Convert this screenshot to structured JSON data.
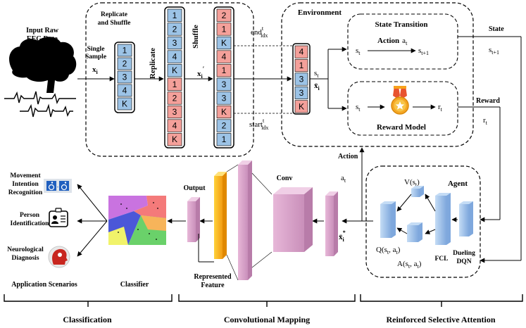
{
  "input": {
    "title_line1": "Input Raw",
    "title_line2": "EEG Data",
    "single_sample_line1": "Single",
    "single_sample_line2": "Sample",
    "xi": "x",
    "xi_sub": "i"
  },
  "replicate_shuffle": {
    "title_line1": "Replicate",
    "title_line2": "and Shuffle",
    "replicate_label": "Replicate",
    "shuffle_label": "Shuffle",
    "xprime": "x",
    "xprime_sub": "i",
    "xprime_sup": "′",
    "single_column": [
      "1",
      "2",
      "3",
      "4",
      "K"
    ],
    "replicated_column": [
      "1",
      "2",
      "3",
      "4",
      "K",
      "1",
      "2",
      "3",
      "4",
      "K"
    ],
    "shuffled_column": [
      "2",
      "1",
      "K",
      "4",
      "1",
      "3",
      "3",
      "K",
      "2",
      "1"
    ],
    "selected_column": [
      "4",
      "1",
      "3",
      "3",
      "K"
    ],
    "end_label": "end",
    "end_sup": "t",
    "end_sub": "idx",
    "start_label": "start",
    "start_sup": "t",
    "start_sub": "idx",
    "colors": {
      "blue": "#9cc3e6",
      "red": "#f4a09a"
    }
  },
  "environment": {
    "title": "Environment",
    "st": "s",
    "st_sub": "t",
    "xbar": "x̄",
    "xbar_sub": "i",
    "state_transition": {
      "title": "State Transition",
      "action": "Action",
      "a": "a",
      "a_sub": "t",
      "s_in": "s",
      "s_in_sub": "t",
      "s_out": "s",
      "s_out_sub": "t+1"
    },
    "reward_model": {
      "title": "Reward Model",
      "s_in": "s",
      "s_in_sub": "t",
      "r_out": "r",
      "r_out_sub": "t"
    }
  },
  "signals": {
    "state": "State",
    "state_val": "s",
    "state_val_sub": "t+1",
    "reward": "Reward",
    "reward_val": "r",
    "reward_val_sub": "t",
    "action": "Action",
    "action_val": "a",
    "action_val_sub": "t",
    "xbar_star": "x̄",
    "xbar_star_sub": "i",
    "xbar_star_sup": "*"
  },
  "agent": {
    "title": "Agent",
    "v": "V(s",
    "v_sub": "t",
    "v_close": ")",
    "q": "Q(s",
    "q_sub": "t",
    "q_mid": ", a",
    "q_sub2": "t",
    "q_close": ")",
    "a": "A(s",
    "a_sub": "t",
    "a_mid": ", a",
    "a_sub2": "t",
    "a_close": ")",
    "fcl": "FCL",
    "dueling_line1": "Dueling",
    "dueling_line2": "DQN"
  },
  "conv_mapping": {
    "output": "Output",
    "conv": "Conv",
    "represented_line1": "Represented",
    "represented_line2": "Feature"
  },
  "classification": {
    "classifier": "Classifier",
    "app_scenarios": "Application Scenarios"
  },
  "applications": [
    {
      "line1": "Movement",
      "line2": "Intention",
      "line3": "Recognition"
    },
    {
      "line1": "Person",
      "line2": "Identification",
      "line3": ""
    },
    {
      "line1": "Neurological",
      "line2": "Diagnosis",
      "line3": ""
    }
  ],
  "sections": {
    "classification": "Classification",
    "convolutional": "Convolutional Mapping",
    "reinforced": "Reinforced Selective Attention"
  }
}
